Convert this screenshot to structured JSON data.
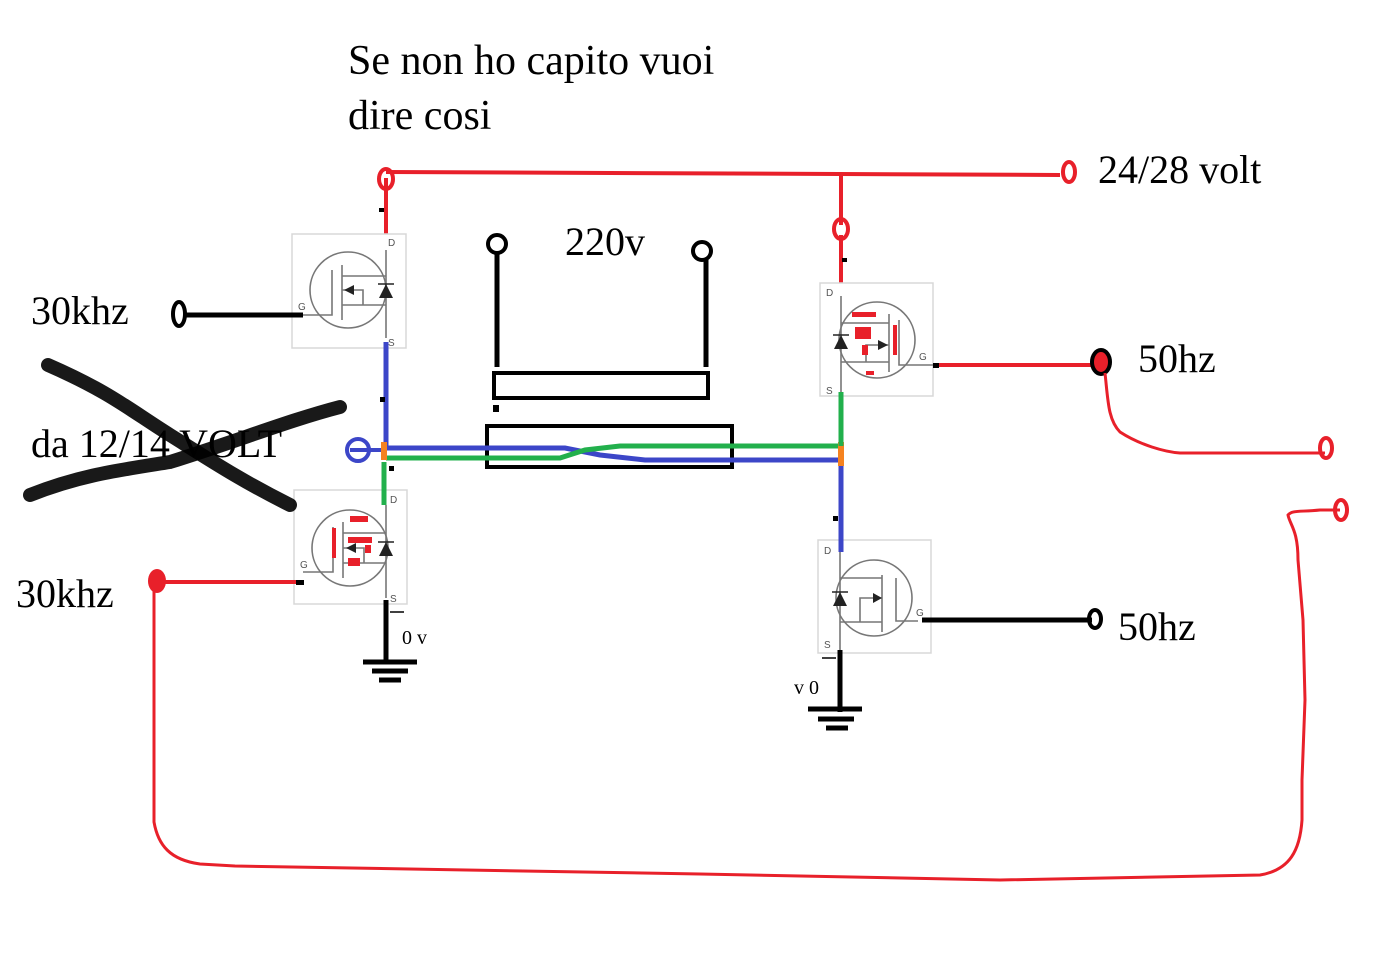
{
  "title_note": {
    "line1": "Se non ho capito vuoi",
    "line2": "dire  cosi"
  },
  "labels": {
    "supply": "24/28 volt",
    "transformer_primary": "220v",
    "input_crossed": "da 12/14 VOLT",
    "gate_top_left": "30khz",
    "gate_bottom_left": "30khz",
    "gate_top_right": "50hz",
    "gate_bottom_right": "50hz",
    "ground_left": "0 v",
    "ground_right": "v 0"
  },
  "mosfet_pins": {
    "drain": "D",
    "gate": "G",
    "source": "S"
  },
  "components": {
    "mosfets": [
      "Q-top-left",
      "Q-bottom-left",
      "Q-top-right",
      "Q-bottom-right"
    ],
    "transformer": "transformer",
    "grounds": [
      "ground-left",
      "ground-right"
    ]
  },
  "colors": {
    "supply_wire": "#e8202a",
    "signal_wire": "#000000",
    "blue_wire": "#3c46c8",
    "green_wire": "#22b04c",
    "junction": "#f58220",
    "strike": "#000000"
  }
}
